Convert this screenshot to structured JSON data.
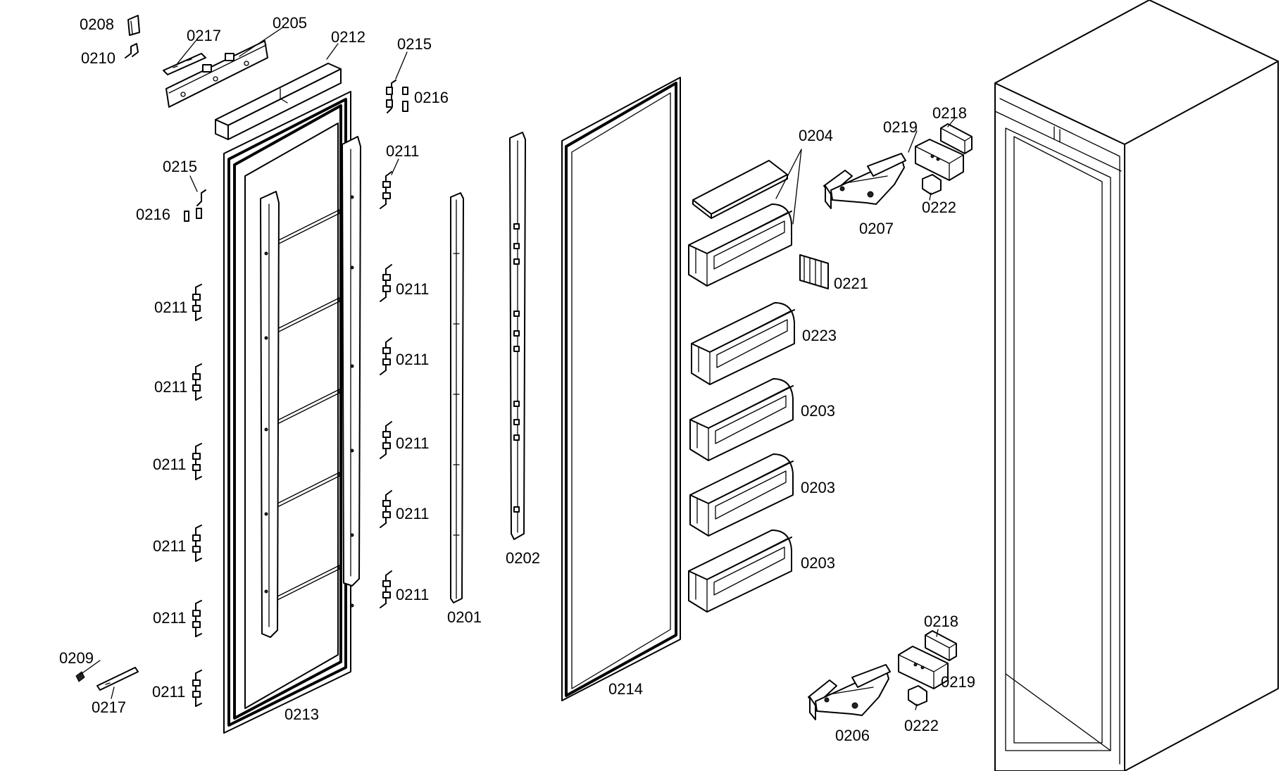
{
  "labels": [
    {
      "id": "lbl-0208",
      "text": "0208"
    },
    {
      "id": "lbl-0210",
      "text": "0210"
    },
    {
      "id": "lbl-0217-top",
      "text": "0217"
    },
    {
      "id": "lbl-0205",
      "text": "0205"
    },
    {
      "id": "lbl-0212",
      "text": "0212"
    },
    {
      "id": "lbl-0215-top",
      "text": "0215"
    },
    {
      "id": "lbl-0216-top",
      "text": "0216"
    },
    {
      "id": "lbl-0215-left",
      "text": "0215"
    },
    {
      "id": "lbl-0216-left",
      "text": "0216"
    },
    {
      "id": "lbl-0211-r1",
      "text": "0211"
    },
    {
      "id": "lbl-0211-r2",
      "text": "0211"
    },
    {
      "id": "lbl-0211-r3",
      "text": "0211"
    },
    {
      "id": "lbl-0211-r4",
      "text": "0211"
    },
    {
      "id": "lbl-0211-r5",
      "text": "0211"
    },
    {
      "id": "lbl-0211-r6",
      "text": "0211"
    },
    {
      "id": "lbl-0211-l1",
      "text": "0211"
    },
    {
      "id": "lbl-0211-l2",
      "text": "0211"
    },
    {
      "id": "lbl-0211-l3",
      "text": "0211"
    },
    {
      "id": "lbl-0211-l4",
      "text": "0211"
    },
    {
      "id": "lbl-0211-l5",
      "text": "0211"
    },
    {
      "id": "lbl-0211-l6",
      "text": "0211"
    },
    {
      "id": "lbl-0209",
      "text": "0209"
    },
    {
      "id": "lbl-0217-bot",
      "text": "0217"
    },
    {
      "id": "lbl-0213",
      "text": "0213"
    },
    {
      "id": "lbl-0201",
      "text": "0201"
    },
    {
      "id": "lbl-0202",
      "text": "0202"
    },
    {
      "id": "lbl-0214",
      "text": "0214"
    },
    {
      "id": "lbl-0204",
      "text": "0204"
    },
    {
      "id": "lbl-0221",
      "text": "0221"
    },
    {
      "id": "lbl-0223",
      "text": "0223"
    },
    {
      "id": "lbl-0203-a",
      "text": "0203"
    },
    {
      "id": "lbl-0203-b",
      "text": "0203"
    },
    {
      "id": "lbl-0203-c",
      "text": "0203"
    },
    {
      "id": "lbl-0219-top",
      "text": "0219"
    },
    {
      "id": "lbl-0218-top",
      "text": "0218"
    },
    {
      "id": "lbl-0207",
      "text": "0207"
    },
    {
      "id": "lbl-0222-top",
      "text": "0222"
    },
    {
      "id": "lbl-0218-bot",
      "text": "0218"
    },
    {
      "id": "lbl-0219-bot",
      "text": "0219"
    },
    {
      "id": "lbl-0222-bot",
      "text": "0222"
    },
    {
      "id": "lbl-0206",
      "text": "0206"
    }
  ]
}
